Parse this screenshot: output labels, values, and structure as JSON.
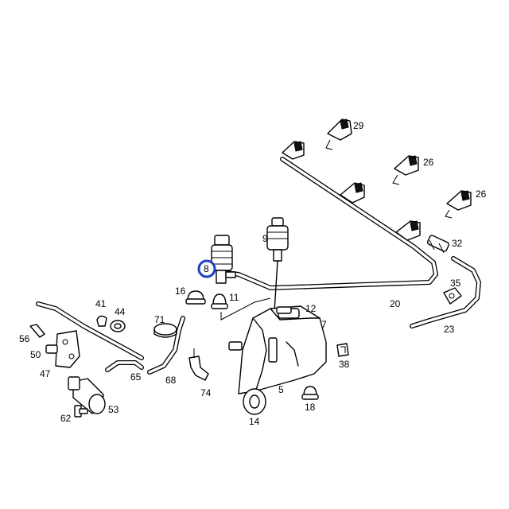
{
  "callouts": {
    "c29": "29",
    "c26a": "26",
    "c26b": "26",
    "c32": "32",
    "c35": "35",
    "c20": "20",
    "c23": "23",
    "c9": "9",
    "c8": "8",
    "c16": "16",
    "c11": "11",
    "c12": "12",
    "c7": "7",
    "c41": "41",
    "c44": "44",
    "c71": "71",
    "c56": "56",
    "c50": "50",
    "c47": "47",
    "c65": "65",
    "c68": "68",
    "c74": "74",
    "c5": "5",
    "c38": "38",
    "c18": "18",
    "c14": "14",
    "c53": "53",
    "c62": "62"
  },
  "highlight": {
    "part": "8",
    "color": "#1f3fbf"
  }
}
